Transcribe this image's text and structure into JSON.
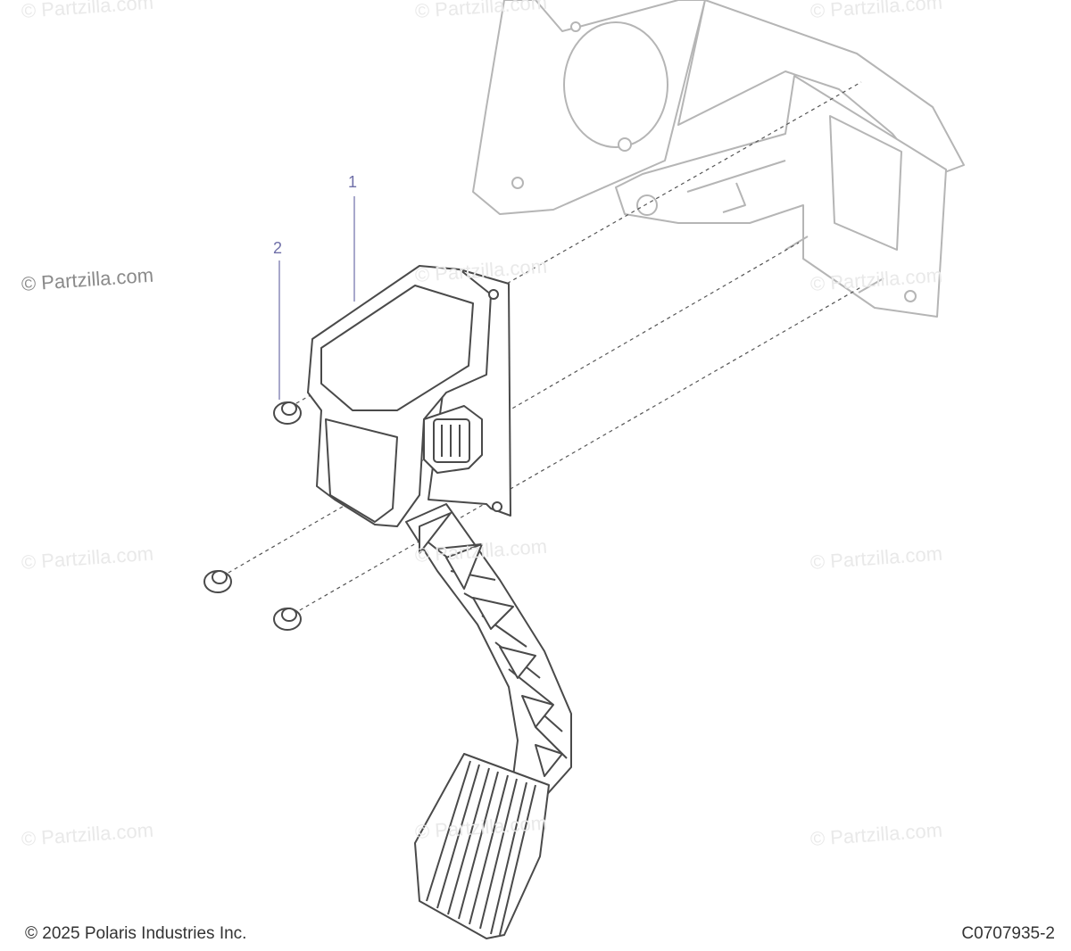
{
  "watermark_text": "© Partzilla.com",
  "callouts": [
    {
      "number": "1",
      "part": "pedal-assembly"
    },
    {
      "number": "2",
      "part": "flange-nut"
    }
  ],
  "footer": {
    "copyright": "© 2025 Polaris Industries Inc.",
    "diagram_code": "C0707935-2"
  },
  "colors": {
    "line": "#4a4a4a",
    "ghost_line": "#b5b5b5",
    "callout": "#6f6fa8",
    "watermark": "#e9e9e9"
  }
}
